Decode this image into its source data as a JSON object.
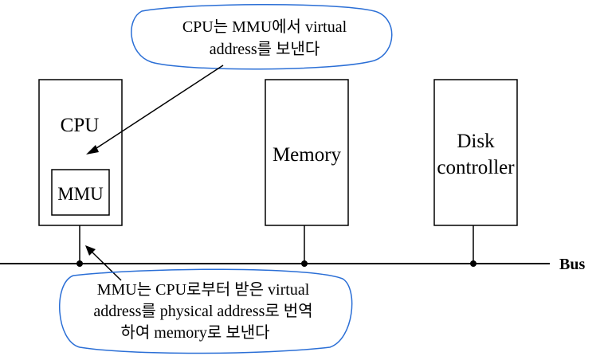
{
  "components": {
    "cpu": "CPU",
    "mmu": "MMU",
    "memory": "Memory",
    "disk_line1": "Disk",
    "disk_line2": "controller"
  },
  "bus_label": "Bus",
  "notes": {
    "top_line1": "CPU는 MMU에서 virtual",
    "top_line2": "address를 보낸다",
    "bottom_line1": "MMU는 CPU로부터 받은 virtual",
    "bottom_line2": "address를 physical address로 번역",
    "bottom_line3": "하여 memory로 보낸다"
  },
  "colors": {
    "annotation_outline": "#2b6fd6",
    "lines": "#000000"
  }
}
